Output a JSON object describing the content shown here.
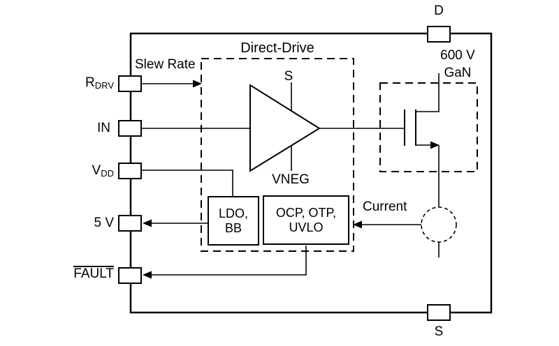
{
  "diagram": {
    "block_title": "Direct-Drive",
    "pin_labels": {
      "rdrv_main": "R",
      "rdrv_sub": "DRV",
      "in": "IN",
      "vdd_main": "V",
      "vdd_sub": "DD",
      "five_v": "5 V",
      "fault": "FAULT",
      "drain": "D",
      "source": "S"
    },
    "annotations": {
      "slew_rate": "Slew Rate",
      "voltage_rating": "600 V",
      "technology": "GaN",
      "current": "Current",
      "amp_supply": "S",
      "amp_vneg": "VNEG"
    },
    "blocks": {
      "ldo_line1": "LDO,",
      "ldo_line2": "BB",
      "protection_line1": "OCP, OTP,",
      "protection_line2": "UVLO"
    },
    "colors": {
      "line": "#000000",
      "background": "#ffffff"
    }
  }
}
